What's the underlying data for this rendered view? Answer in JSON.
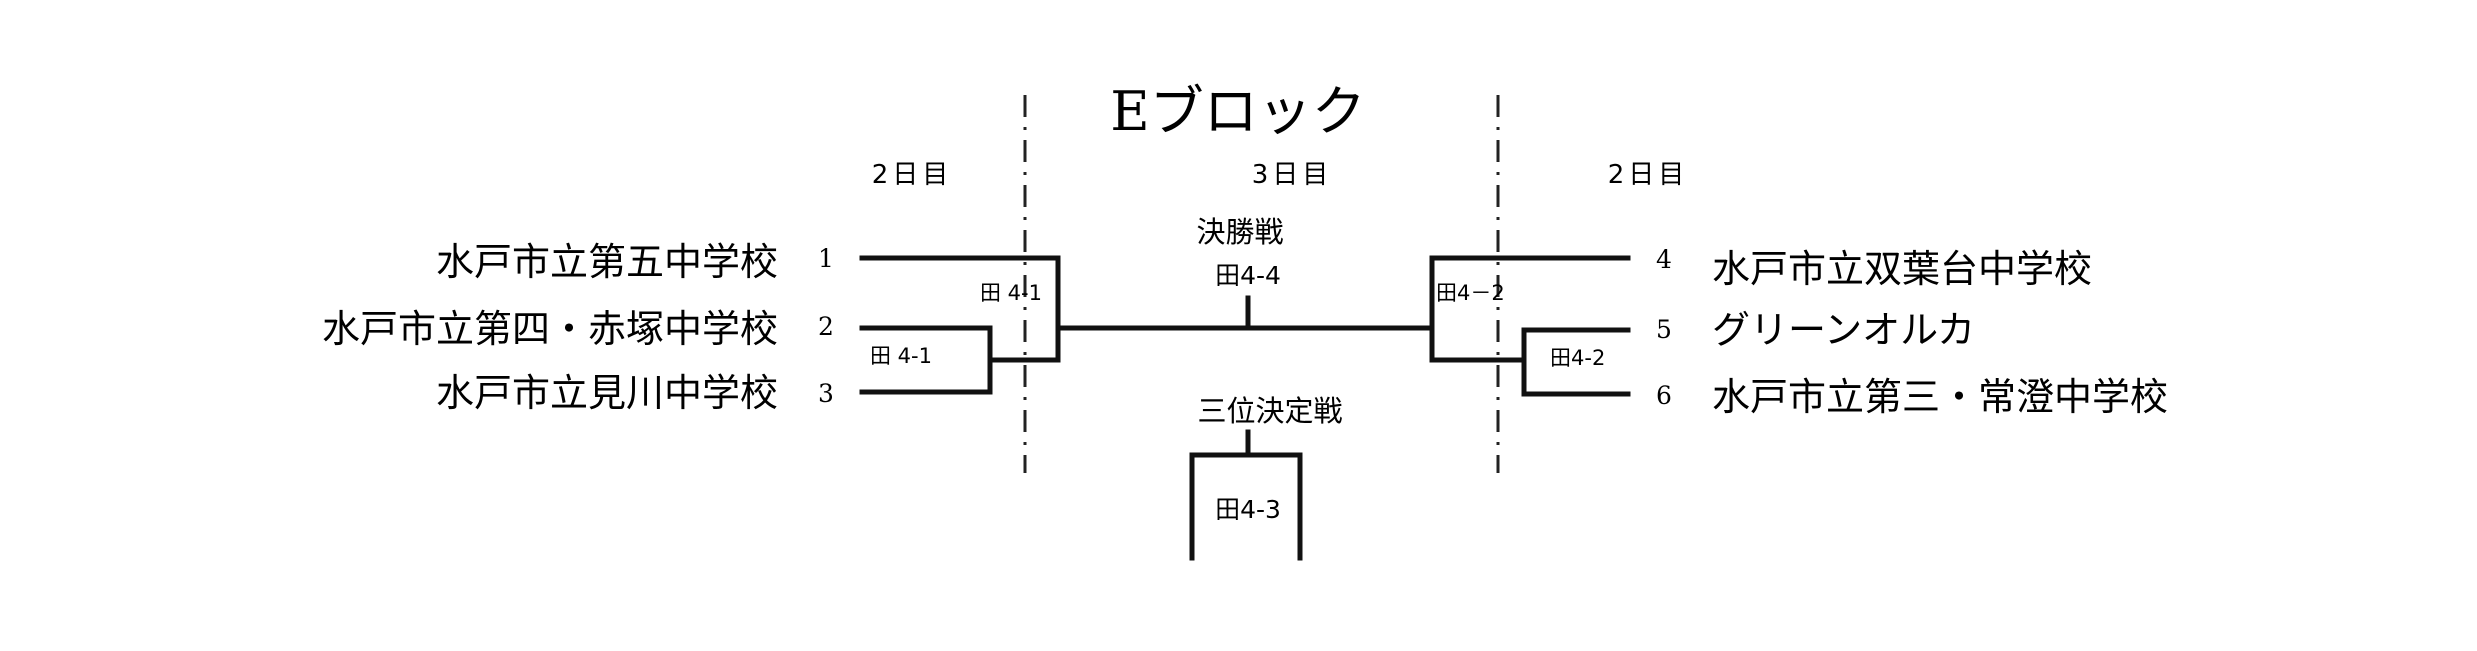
{
  "block_title": "Eブロック",
  "days": {
    "left": "2日目",
    "center": "3日目",
    "right": "2日目"
  },
  "final": {
    "label": "決勝戦",
    "venue": "田4-4"
  },
  "third_place": {
    "label": "三位決定戦",
    "venue": "田4-3"
  },
  "left_teams": [
    {
      "seed": "1",
      "name": "水戸市立第五中学校"
    },
    {
      "seed": "2",
      "name": "水戸市立第四・赤塚中学校"
    },
    {
      "seed": "3",
      "name": "水戸市立見川中学校"
    }
  ],
  "right_teams": [
    {
      "seed": "4",
      "name": "水戸市立双葉台中学校"
    },
    {
      "seed": "5",
      "name": "グリーンオルカ"
    },
    {
      "seed": "6",
      "name": "水戸市立第三・常澄中学校"
    }
  ],
  "left_matches": {
    "semi": "田 4-1",
    "first_round": "田 4-1"
  },
  "right_matches": {
    "semi": "田4－2",
    "first_round": "田4-2"
  }
}
